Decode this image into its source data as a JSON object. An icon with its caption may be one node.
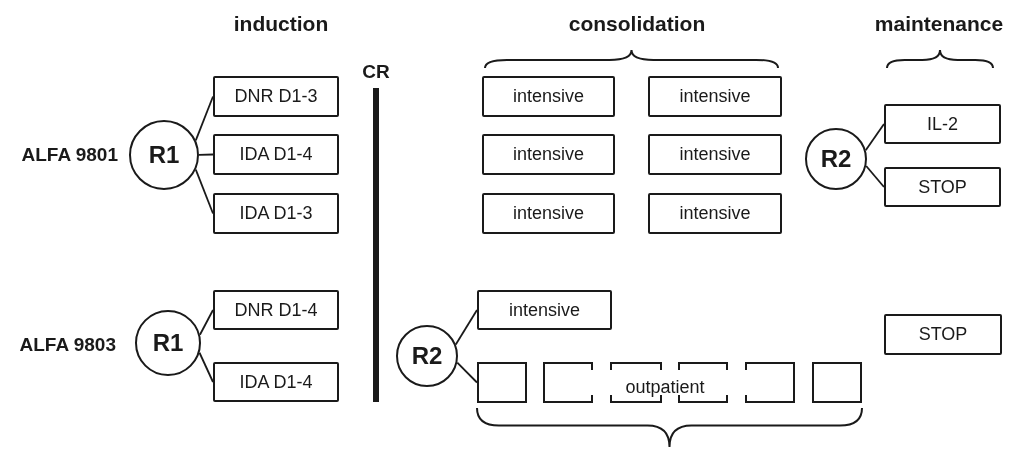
{
  "diagram": {
    "nodes": [
      {
        "text": [
          "R1"
        ]
      },
      {
        "text": [
          "DNR D1-3"
        ]
      },
      {
        "text": [
          "IDA D1-4"
        ]
      },
      {
        "text": [
          "IDA D1-3"
        ]
      },
      {
        "text": [
          "intensive"
        ]
      },
      {
        "text": [
          "intensive"
        ]
      },
      {
        "text": [
          "intensive"
        ]
      },
      {
        "text": [
          "intensive"
        ]
      },
      {
        "text": [
          "intensive"
        ]
      },
      {
        "text": [
          "intensive"
        ]
      },
      {
        "text": [
          "R2"
        ]
      },
      {
        "text": [
          "IL-2"
        ]
      },
      {
        "text": [
          "STOP"
        ]
      },
      {
        "text": [
          "R1"
        ]
      },
      {
        "text": [
          "DNR D1-4"
        ]
      },
      {
        "text": [
          "IDA D1-4"
        ]
      },
      {
        "text": [
          "R2"
        ]
      },
      {
        "text": [
          "intensive"
        ]
      },
      {
        "text": [],
        "shape": "box"
      },
      {
        "text": [],
        "shape": "box"
      },
      {
        "text": [],
        "shape": "box"
      },
      {
        "text": [],
        "shape": "box"
      },
      {
        "text": [],
        "shape": "box"
      },
      {
        "text": [],
        "shape": "box"
      },
      {
        "text": [
          "STOP"
        ]
      }
    ],
    "edges": [
      {
        "from": 0,
        "to": 1,
        "arrow": "none"
      },
      {
        "from": 0,
        "to": 2,
        "arrow": "none"
      },
      {
        "from": 0,
        "to": 3,
        "arrow": "none"
      },
      {
        "from": 10,
        "to": 11,
        "arrow": "none"
      },
      {
        "from": 10,
        "to": 12,
        "arrow": "none"
      },
      {
        "from": 13,
        "to": 14,
        "arrow": "none"
      },
      {
        "from": 13,
        "to": 15,
        "arrow": "none"
      },
      {
        "from": 16,
        "to": 17,
        "arrow": "none"
      },
      {
        "from": 16,
        "to": 18,
        "arrow": "none"
      }
    ],
    "labels": [
      "induction",
      "consolidation",
      "maintenance",
      "CR",
      "ALFA 9801",
      "ALFA 9803",
      "outpatient"
    ]
  }
}
